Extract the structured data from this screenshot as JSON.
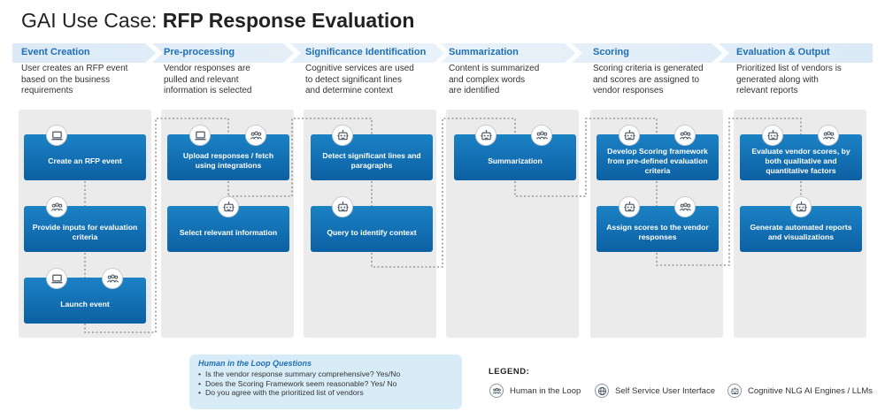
{
  "title": {
    "prefix": "GAI Use Case: ",
    "bold": "RFP Response Evaluation"
  },
  "colors": {
    "accent": "#1f6fb5",
    "card": "#0c6fb2",
    "column_bg": "#ebebeb",
    "hitl_bg": "#d8ecf8"
  },
  "steps": [
    {
      "header": "Event Creation",
      "description": "User creates an RFP event\nbased on the business\nrequirements"
    },
    {
      "header": "Pre-processing",
      "description": "Vendor responses are\npulled and relevant\ninformation is selected"
    },
    {
      "header": "Significance Identification",
      "description": "Cognitive services are used\nto detect significant lines\nand determine context"
    },
    {
      "header": "Summarization",
      "description": "Content is summarized\nand complex words\nare identified"
    },
    {
      "header": "Scoring",
      "description": "Scoring criteria is generated\nand scores are assigned to\nvendor responses"
    },
    {
      "header": "Evaluation & Output",
      "description": "Prioritized list of vendors is\ngenerated along with\nrelevant reports"
    }
  ],
  "cards": {
    "create_rfp_event": {
      "label": "Create an RFP event",
      "icons": [
        "laptop-icon"
      ]
    },
    "provide_inputs": {
      "label": "Provide inputs for evaluation criteria",
      "icons": [
        "people-icon"
      ]
    },
    "launch_event": {
      "label": "Launch event",
      "icons": [
        "laptop-icon",
        "people-icon"
      ]
    },
    "upload_responses": {
      "label": "Upload responses / fetch using integrations",
      "icons": [
        "laptop-icon",
        "people-icon"
      ]
    },
    "select_relevant": {
      "label": "Select relevant information",
      "icons": [
        "robot-icon"
      ]
    },
    "detect_significant": {
      "label": "Detect significant lines and paragraphs",
      "icons": [
        "robot-icon"
      ]
    },
    "query_context": {
      "label": "Query to identify context",
      "icons": [
        "robot-icon"
      ]
    },
    "summarization": {
      "label": "Summarization",
      "icons": [
        "robot-icon",
        "people-icon"
      ]
    },
    "develop_scoring": {
      "label": "Develop Scoring framework from pre-defined evaluation criteria",
      "icons": [
        "robot-icon",
        "people-icon"
      ]
    },
    "assign_scores": {
      "label": "Assign scores to the vendor responses",
      "icons": [
        "robot-icon",
        "people-icon"
      ]
    },
    "evaluate_vendor": {
      "label": "Evaluate vendor scores, by both qualitative and quantitative factors",
      "icons": [
        "robot-icon",
        "people-icon"
      ]
    },
    "generate_reports": {
      "label": "Generate automated reports and visualizations",
      "icons": [
        "robot-icon"
      ]
    }
  },
  "hitl": {
    "title": "Human in the Loop Questions",
    "questions": [
      "Is the vendor response  summary comprehensive? Yes/No",
      "Does the Scoring Framework seem reasonable?  Yes/ No",
      "Do you agree with the prioritized list of vendors"
    ]
  },
  "legend": {
    "title": "LEGEND:",
    "items": [
      {
        "icon": "people-icon",
        "label": "Human in the Loop"
      },
      {
        "icon": "globe-icon",
        "label": "Self Service User Interface"
      },
      {
        "icon": "robot-icon",
        "label": "Cognitive NLG AI Engines / LLMs"
      }
    ]
  }
}
